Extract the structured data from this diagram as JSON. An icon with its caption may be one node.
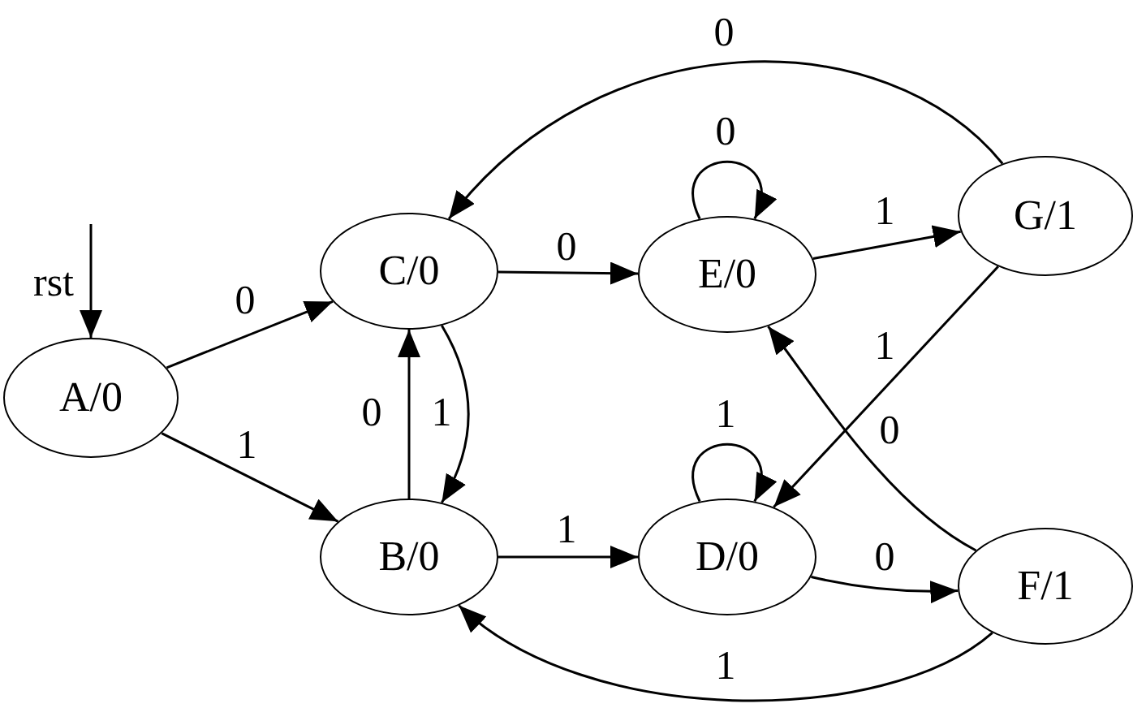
{
  "diagram": {
    "nodes": [
      {
        "text": [
          "A/0"
        ]
      },
      {
        "text": [
          "C/0"
        ]
      },
      {
        "text": [
          "E/0"
        ]
      },
      {
        "text": [
          "G/1"
        ]
      },
      {
        "text": [
          "B/0"
        ]
      },
      {
        "text": [
          "D/0"
        ]
      },
      {
        "text": [
          "F/1"
        ]
      }
    ],
    "edges": [
      {
        "from": null,
        "to": 0,
        "arrow": "to",
        "label": "rst"
      },
      {
        "from": 0,
        "to": 1,
        "arrow": "to",
        "label": "0"
      },
      {
        "from": 0,
        "to": 4,
        "arrow": "to",
        "label": "1"
      },
      {
        "from": 1,
        "to": 2,
        "arrow": "to",
        "label": "0"
      },
      {
        "from": 1,
        "to": 4,
        "arrow": "to",
        "label": "1"
      },
      {
        "from": 4,
        "to": 1,
        "arrow": "to",
        "label": "0"
      },
      {
        "from": 2,
        "to": 2,
        "arrow": "to",
        "label": "0"
      },
      {
        "from": 2,
        "to": 3,
        "arrow": "to",
        "label": "1"
      },
      {
        "from": 3,
        "to": 1,
        "arrow": "to",
        "label": "0"
      },
      {
        "from": 3,
        "to": 5,
        "arrow": "to",
        "label": "1"
      },
      {
        "from": 4,
        "to": 5,
        "arrow": "to",
        "label": "1"
      },
      {
        "from": 5,
        "to": 5,
        "arrow": "to",
        "label": "1"
      },
      {
        "from": 5,
        "to": 6,
        "arrow": "to",
        "label": "0"
      },
      {
        "from": 6,
        "to": 2,
        "arrow": "to",
        "label": "0"
      },
      {
        "from": 6,
        "to": 4,
        "arrow": "to",
        "label": "1"
      }
    ]
  }
}
